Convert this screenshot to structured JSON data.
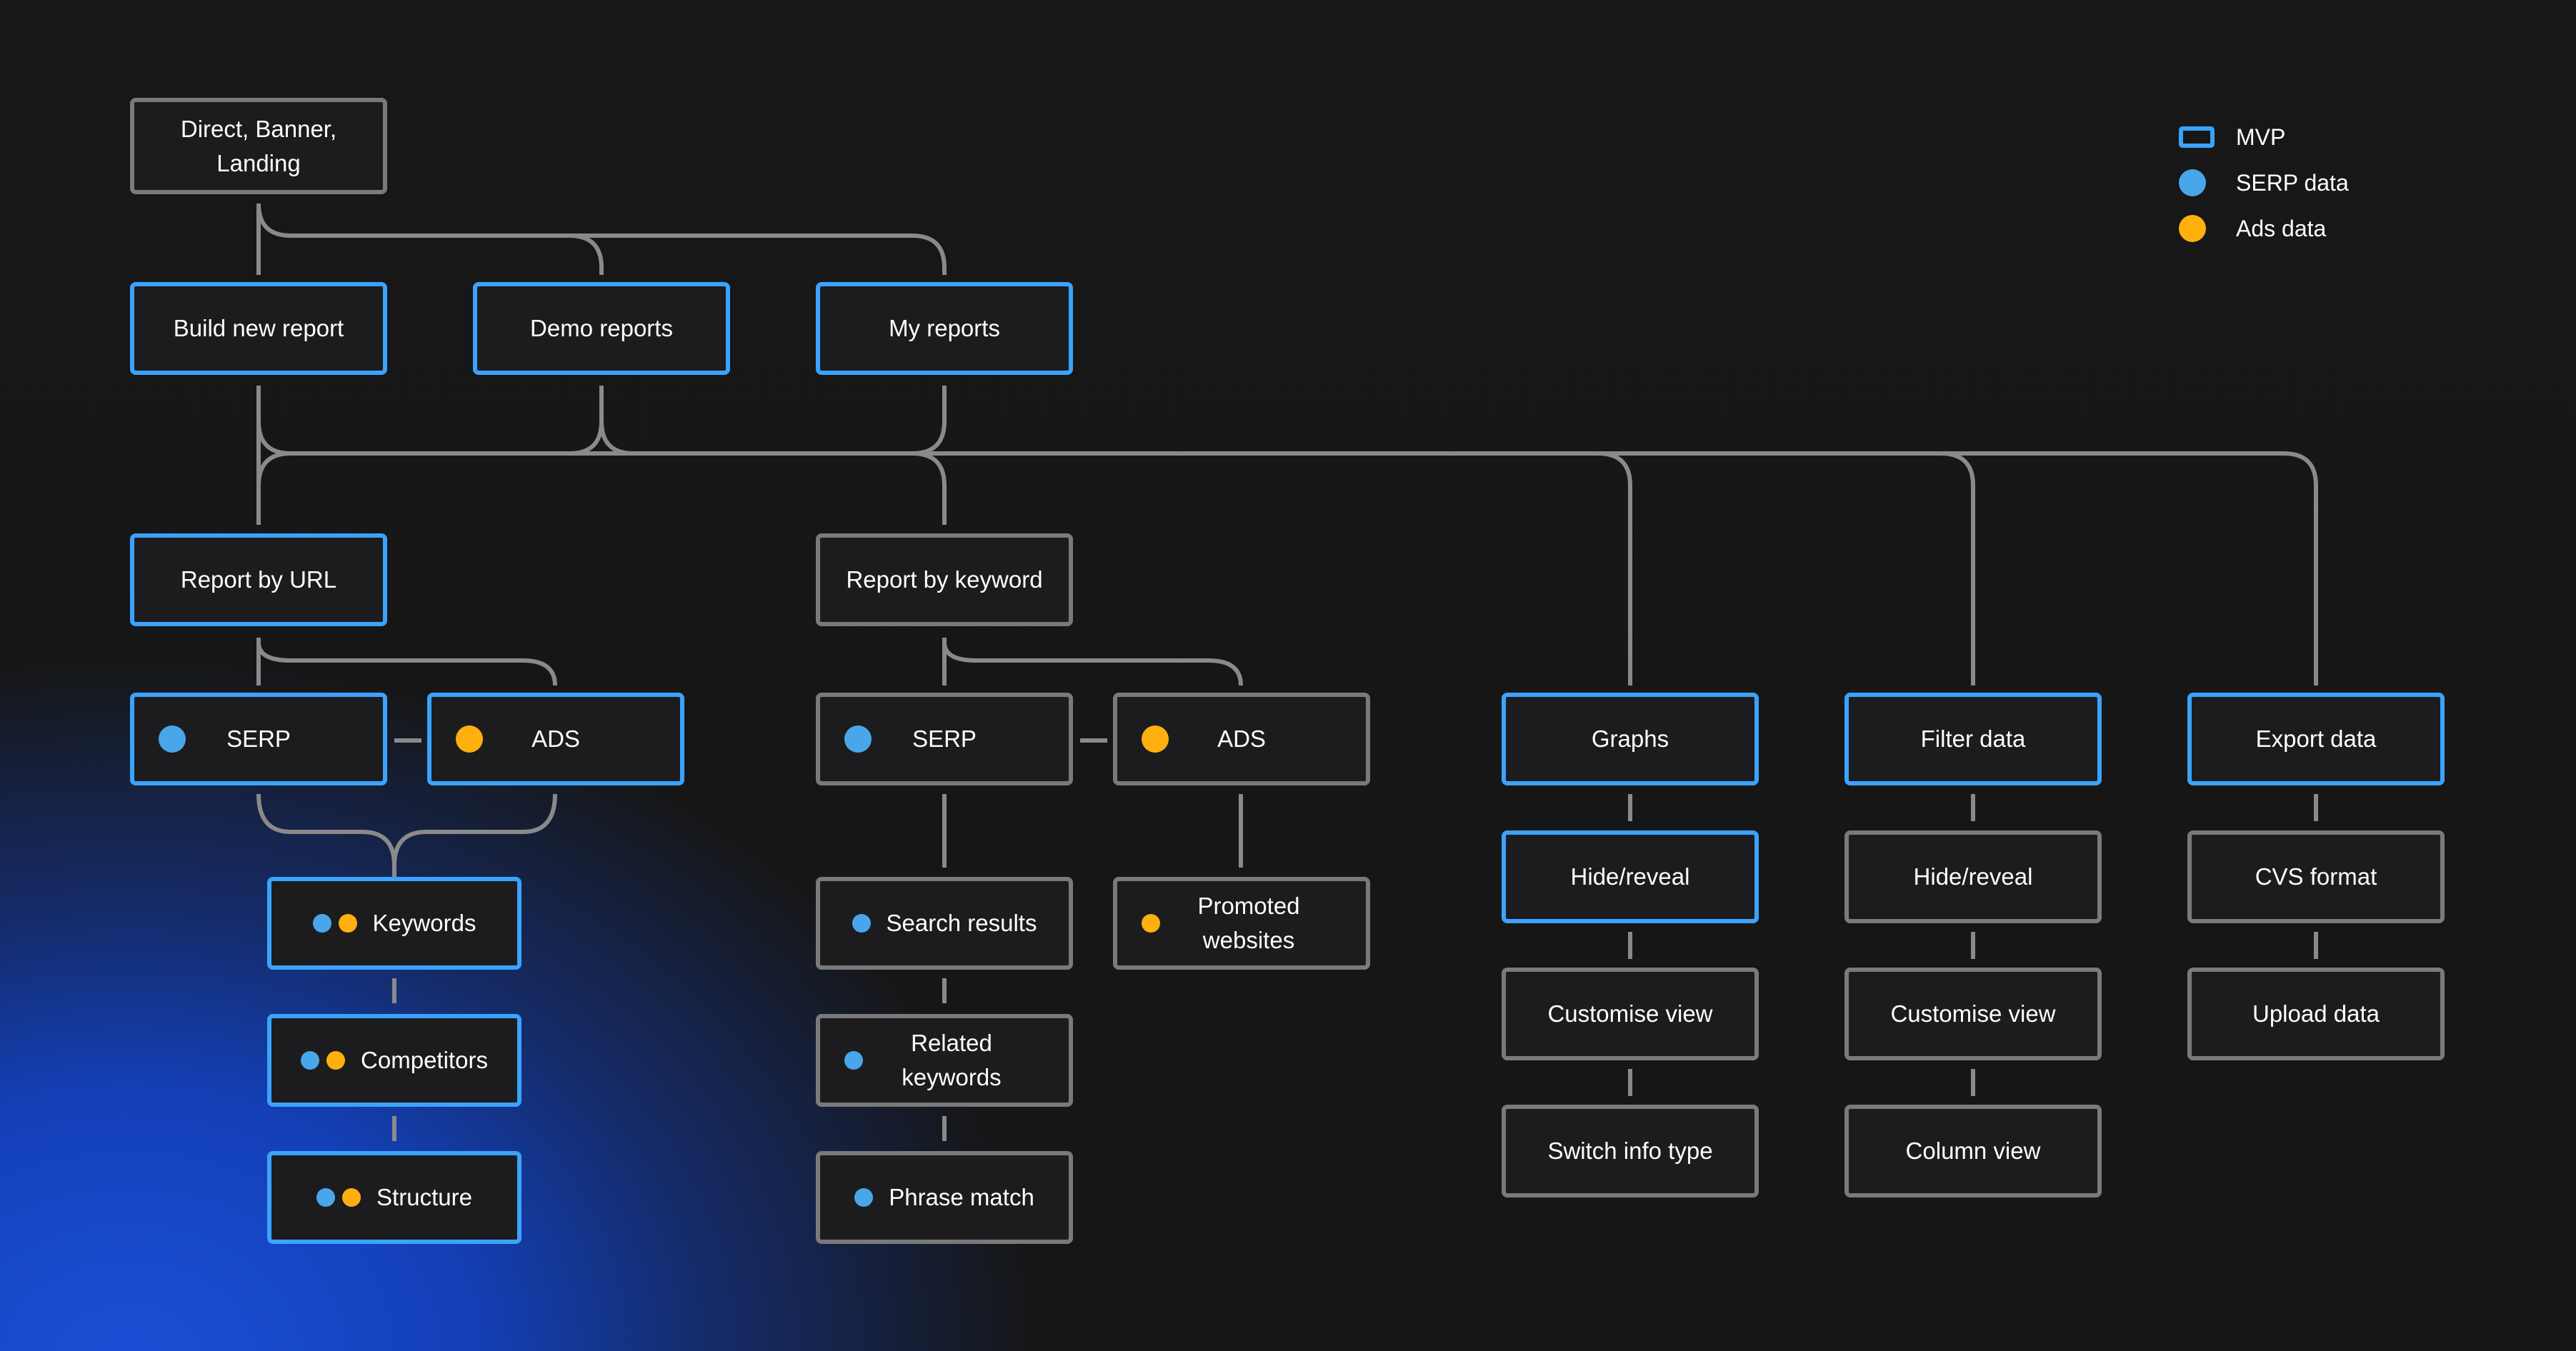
{
  "colors": {
    "mvp_border": "#3aa3ff",
    "default_border": "#7a7a7a",
    "serp": "#4aa6ea",
    "ads": "#ffb00f",
    "connector": "#8a8a8a"
  },
  "legend": {
    "mvp": "MVP",
    "serp": "SERP data",
    "ads": "Ads data"
  },
  "nodes": {
    "entry": {
      "label": "Direct, Banner, Landing",
      "mvp": false
    },
    "build_new_report": {
      "label": "Build new report",
      "mvp": true
    },
    "demo_reports": {
      "label": "Demo reports",
      "mvp": true
    },
    "my_reports": {
      "label": "My reports",
      "mvp": true
    },
    "report_by_url": {
      "label": "Report by URL",
      "mvp": true
    },
    "report_by_keyword": {
      "label": "Report by keyword",
      "mvp": false
    },
    "url_serp": {
      "label": "SERP",
      "mvp": true
    },
    "url_ads": {
      "label": "ADS",
      "mvp": true
    },
    "kw_serp": {
      "label": "SERP",
      "mvp": false
    },
    "kw_ads": {
      "label": "ADS",
      "mvp": false
    },
    "keywords": {
      "label": "Keywords",
      "mvp": true
    },
    "competitors": {
      "label": "Competitors",
      "mvp": true
    },
    "structure": {
      "label": "Structure",
      "mvp": true
    },
    "search_results": {
      "label": "Search results",
      "mvp": false
    },
    "related_keywords": {
      "label": "Related keywords",
      "mvp": false
    },
    "phrase_match": {
      "label": "Phrase match",
      "mvp": false
    },
    "promoted_websites": {
      "label": "Promoted websites",
      "mvp": false
    },
    "graphs": {
      "label": "Graphs",
      "mvp": true
    },
    "graphs_hide_reveal": {
      "label": "Hide/reveal",
      "mvp": true
    },
    "graphs_customise_view": {
      "label": "Customise view",
      "mvp": false
    },
    "switch_info_type": {
      "label": "Switch info type",
      "mvp": false
    },
    "filter_data": {
      "label": "Filter data",
      "mvp": true
    },
    "filter_hide_reveal": {
      "label": "Hide/reveal",
      "mvp": false
    },
    "filter_customise_view": {
      "label": "Customise view",
      "mvp": false
    },
    "column_view": {
      "label": "Column view",
      "mvp": false
    },
    "export_data": {
      "label": "Export data",
      "mvp": true
    },
    "cvs_format": {
      "label": "CVS format",
      "mvp": false
    },
    "upload_data": {
      "label": "Upload data",
      "mvp": false
    }
  }
}
